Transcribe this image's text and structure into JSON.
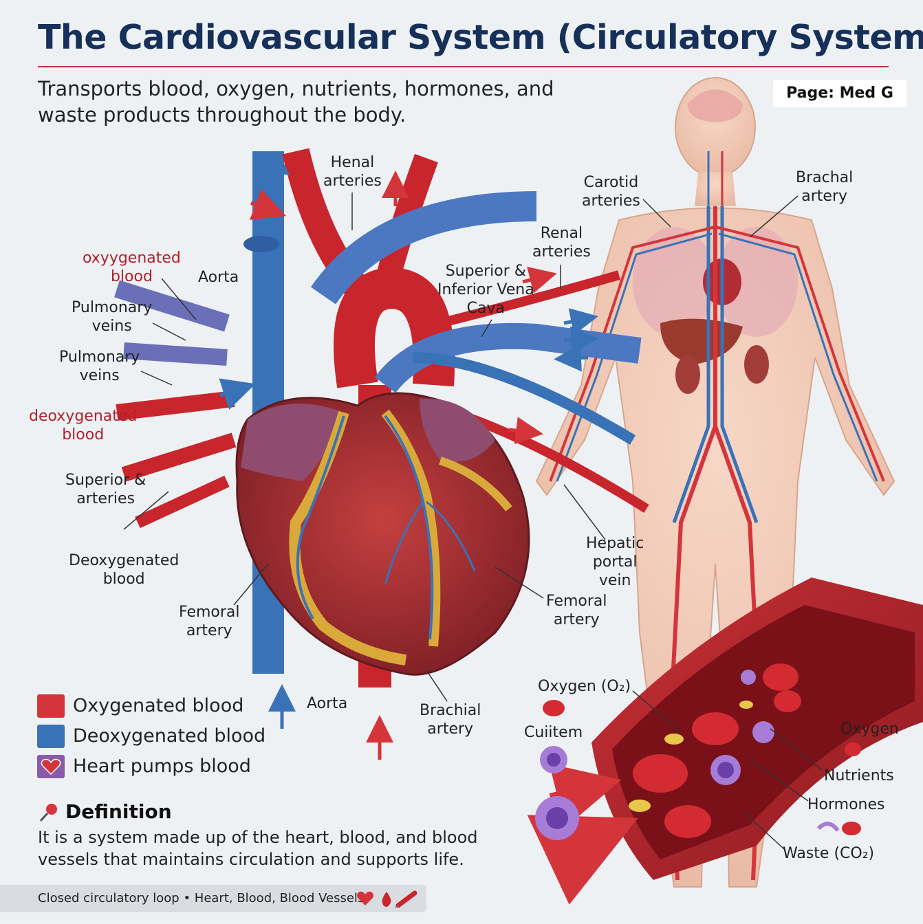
{
  "title": "The Cardiovascular System (Circulatory System)",
  "subtitle": "Transports blood, oxygen, nutrients, hormones, and waste products throughout the body.",
  "badge": "Page: Med G",
  "colors": {
    "oxygenated": "#d4353b",
    "deoxygenated": "#3a72b8",
    "heart": "#8a5aa8",
    "title": "#16305a",
    "accent_red": "#b3202b"
  },
  "labels": {
    "henal_arteries": [
      "Henal",
      "arteries"
    ],
    "aorta_top": "Aorta",
    "oxygenated_blood": [
      "oxyygenated",
      "blood"
    ],
    "pulmonary_veins_1": [
      "Pulmonary",
      "veins"
    ],
    "pulmonary_veins_2": [
      "Pulmonary",
      "veins"
    ],
    "deoxygenated_blood_red": [
      "deoxygenated",
      "blood"
    ],
    "superior_arteries": [
      "Superior &",
      "arteries"
    ],
    "deoxygenated_blood": [
      "Deoxygenated",
      "blood"
    ],
    "femoral_artery_left": [
      "Femoral",
      "artery"
    ],
    "aorta_bottom": "Aorta",
    "brachial_artery_bottom": [
      "Brachial",
      "artery"
    ],
    "superior_inferior_vena_cava": [
      "Superior &",
      "Inferior Vena",
      "Cava"
    ],
    "renal_arteries": [
      "Renal",
      "arteries"
    ],
    "carotid_arteries": [
      "Carotid",
      "arteries"
    ],
    "brachal_artery": [
      "Brachal",
      "artery"
    ],
    "hepatic_portal_vein": [
      "Hepatic",
      "portal",
      "vein"
    ],
    "femoral_artery_right": [
      "Femoral",
      "artery"
    ],
    "oxygen_o2": "Oxygen (O₂)",
    "cuitem": "Cuiitem",
    "oxygen": "Oxygen",
    "nutrients": "Nutrients",
    "hormones": "Hormones",
    "waste_co2": "Waste (CO₂)"
  },
  "legend": [
    {
      "label": "Oxygenated blood",
      "color": "#d4353b",
      "icon": "red-square"
    },
    {
      "label": "Deoxygenated blood",
      "color": "#3a72b8",
      "icon": "blue-square"
    },
    {
      "label": "Heart pumps blood",
      "color": "#8a5aa8",
      "icon": "heart-icon"
    }
  ],
  "definition": {
    "heading": "Definition",
    "icon": "pushpin-icon",
    "text": "It is a system made up of the heart, blood, and blood vessels that maintains circulation and supports life."
  },
  "footer": {
    "text": "Closed circulatory loop • Heart, Blood, Blood Vessels",
    "icons": [
      "heart-icon",
      "blood-drop-icon",
      "syringe-icon"
    ]
  }
}
